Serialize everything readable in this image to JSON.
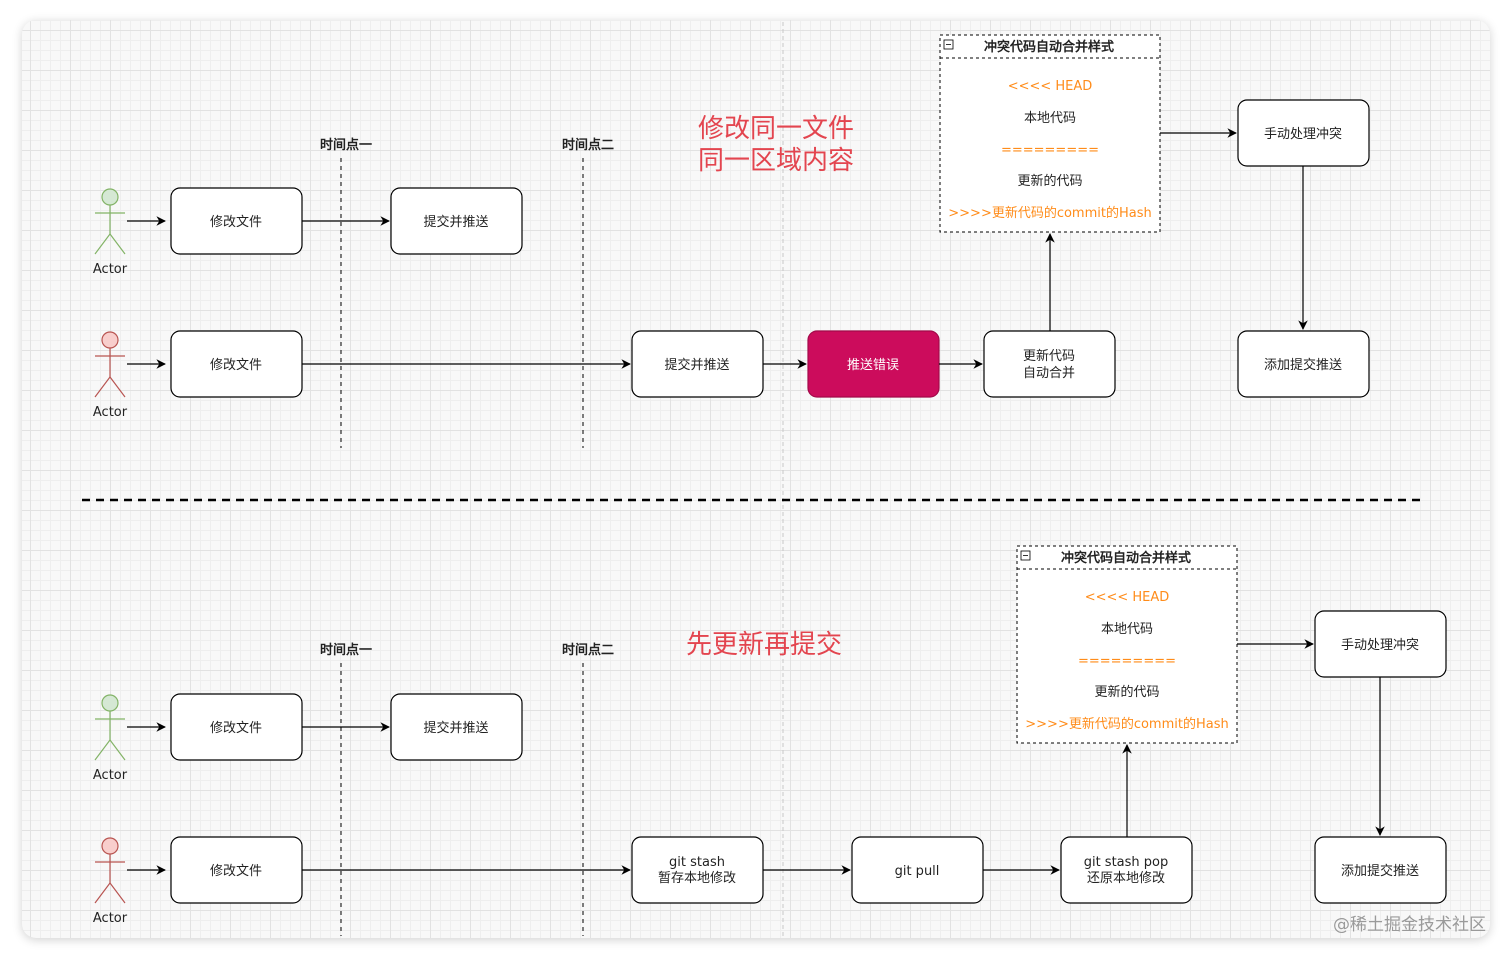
{
  "colors": {
    "accent_red": "#e3454f",
    "error_fill": "#cc0c5c",
    "conflict_orange": "#ff8c1a",
    "actor1_fill": "#d5e8d4",
    "actor1_stroke": "#82b366",
    "actor2_fill": "#f8cecc",
    "actor2_stroke": "#b85450",
    "line": "#000000"
  },
  "actor_label": "Actor",
  "time_point_1": "时间点一",
  "time_point_2": "时间点二",
  "watermark": "@稀土掘金技术社区",
  "scenario_top": {
    "title_line1": "修改同一文件",
    "title_line2": "同一区域内容",
    "a1_modify": "修改文件",
    "a1_push": "提交并推送",
    "a2_modify": "修改文件",
    "a2_push": "提交并推送",
    "push_error": "推送错误",
    "auto_merge_line1": "更新代码",
    "auto_merge_line2": "自动合并",
    "manual_resolve": "手动处理冲突",
    "add_commit_push": "添加提交推送",
    "conflict": {
      "title": "冲突代码自动合并样式",
      "head": "<<<< HEAD",
      "local": "本地代码",
      "divider": "=========",
      "updated": "更新的代码",
      "hash": ">>>>更新代码的commit的Hash"
    }
  },
  "scenario_bottom": {
    "title": "先更新再提交",
    "a1_modify": "修改文件",
    "a1_push": "提交并推送",
    "a2_modify": "修改文件",
    "stash_line1": "git stash",
    "stash_line2": "暂存本地修改",
    "pull": "git pull",
    "pop_line1": "git stash pop",
    "pop_line2": "还原本地修改",
    "manual_resolve": "手动处理冲突",
    "add_commit_push": "添加提交推送",
    "conflict": {
      "title": "冲突代码自动合并样式",
      "head": "<<<< HEAD",
      "local": "本地代码",
      "divider": "=========",
      "updated": "更新的代码",
      "hash": ">>>>更新代码的commit的Hash"
    }
  }
}
